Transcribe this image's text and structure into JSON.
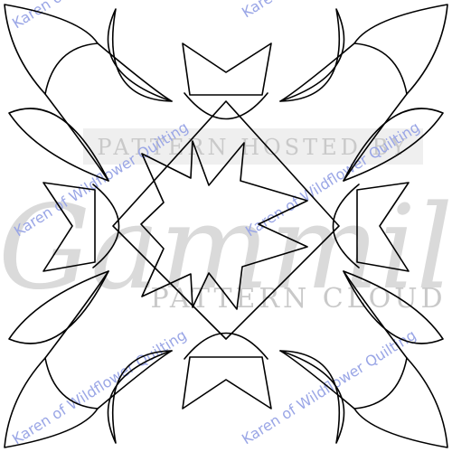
{
  "watermark": {
    "line1": "PATTERN HOSTED BY",
    "brand": "Gammill",
    "line3": "PATTERN CLOUD"
  },
  "credit": "Karen of Wildflower Quilting",
  "colors": {
    "outline": "#000000",
    "watermark": "#c9c9c9",
    "credit": "#9aa6e6",
    "background": "#ffffff"
  }
}
